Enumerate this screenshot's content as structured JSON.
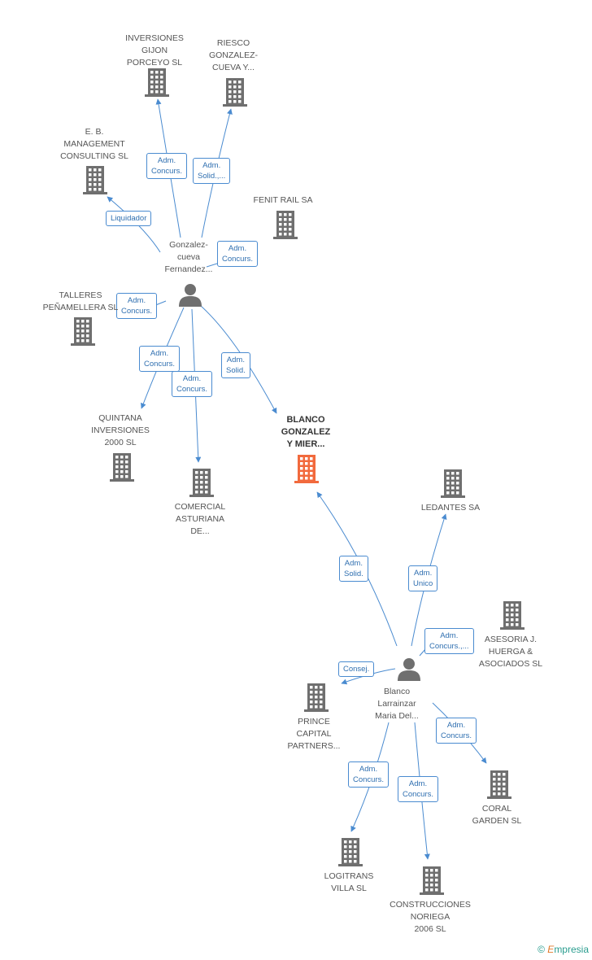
{
  "nodes": [
    {
      "id": "inversiones",
      "type": "company",
      "label": "INVERSIONES\nGIJON\nPORCEYO SL"
    },
    {
      "id": "riesco",
      "type": "company",
      "label": "RIESCO\nGONZALEZ-\nCUEVA Y..."
    },
    {
      "id": "eb",
      "type": "company",
      "label": "E. B.\nMANAGEMENT\nCONSULTING SL"
    },
    {
      "id": "fenit",
      "type": "company",
      "label": "FENIT RAIL SA"
    },
    {
      "id": "gonzalez",
      "type": "person",
      "label": "Gonzalez-\ncueva\nFernandez..."
    },
    {
      "id": "talleres",
      "type": "company",
      "label": "TALLERES\nPEÑAMELLERA SL"
    },
    {
      "id": "quintana",
      "type": "company",
      "label": "QUINTANA\nINVERSIONES\n2000 SL"
    },
    {
      "id": "comercial",
      "type": "company",
      "label": "COMERCIAL\nASTURIANA\nDE..."
    },
    {
      "id": "blanco_gm",
      "type": "main",
      "label": "BLANCO\nGONZALEZ\nY MIER..."
    },
    {
      "id": "ledantes",
      "type": "company",
      "label": "LEDANTES SA"
    },
    {
      "id": "asesoria",
      "type": "company",
      "label": "ASESORIA J.\nHUERGA &\nASOCIADOS SL"
    },
    {
      "id": "blanco_lm",
      "type": "person",
      "label": "Blanco\nLarrainzar\nMaria Del..."
    },
    {
      "id": "prince",
      "type": "company",
      "label": "PRINCE\nCAPITAL\nPARTNERS..."
    },
    {
      "id": "coral",
      "type": "company",
      "label": "CORAL\nGARDEN SL"
    },
    {
      "id": "logitrans",
      "type": "company",
      "label": "LOGITRANS\nVILLA SL"
    },
    {
      "id": "construcciones",
      "type": "company",
      "label": "CONSTRUCCIONES\nNORIEGA\n2006 SL"
    }
  ],
  "edges": [
    {
      "from": "gonzalez",
      "to": "inversiones",
      "label": "Adm.\nConcurs."
    },
    {
      "from": "gonzalez",
      "to": "riesco",
      "label": "Adm.\nSolid.,..."
    },
    {
      "from": "gonzalez",
      "to": "eb",
      "label": "Liquidador"
    },
    {
      "from": "gonzalez",
      "to": "fenit",
      "label": "Adm.\nConcurs."
    },
    {
      "from": "gonzalez",
      "to": "talleres",
      "label": "Adm.\nConcurs."
    },
    {
      "from": "gonzalez",
      "to": "quintana",
      "label": "Adm.\nConcurs."
    },
    {
      "from": "gonzalez",
      "to": "comercial",
      "label": "Adm.\nConcurs."
    },
    {
      "from": "gonzalez",
      "to": "blanco_gm",
      "label": "Adm.\nSolid."
    },
    {
      "from": "blanco_lm",
      "to": "blanco_gm",
      "label": "Adm.\nSolid."
    },
    {
      "from": "blanco_lm",
      "to": "ledantes",
      "label": "Adm.\nUnico"
    },
    {
      "from": "blanco_lm",
      "to": "asesoria",
      "label": "Adm.\nConcurs.,..."
    },
    {
      "from": "blanco_lm",
      "to": "prince",
      "label": "Consej."
    },
    {
      "from": "blanco_lm",
      "to": "coral",
      "label": "Adm.\nConcurs."
    },
    {
      "from": "blanco_lm",
      "to": "logitrans",
      "label": "Adm.\nConcurs."
    },
    {
      "from": "blanco_lm",
      "to": "construcciones",
      "label": "Adm.\nConcurs."
    }
  ],
  "colors": {
    "company": "#6f6f6f",
    "main": "#f26a3d",
    "edge": "#4a8bd0"
  },
  "watermark": {
    "symbol": "©",
    "brand_first": "E",
    "brand_rest": "mpresia"
  }
}
